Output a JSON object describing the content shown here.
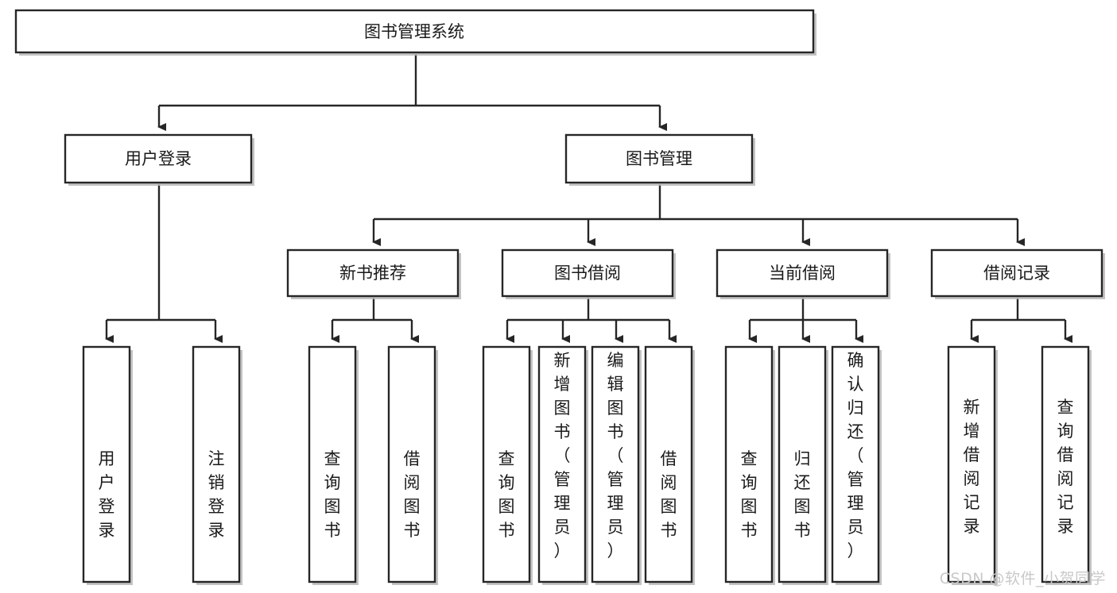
{
  "diagram": {
    "title": "图书管理系统",
    "type": "tree",
    "root": {
      "id": "root",
      "label": "图书管理系统",
      "orientation": "horizontal"
    },
    "level2": [
      {
        "id": "user-login",
        "label": "用户登录",
        "orientation": "horizontal"
      },
      {
        "id": "book-management",
        "label": "图书管理",
        "orientation": "horizontal"
      }
    ],
    "level3": [
      {
        "id": "new-book-recommend",
        "label": "新书推荐",
        "orientation": "horizontal",
        "parent": "book-management"
      },
      {
        "id": "book-borrow",
        "label": "图书借阅",
        "orientation": "horizontal",
        "parent": "book-management"
      },
      {
        "id": "current-borrow",
        "label": "当前借阅",
        "orientation": "horizontal",
        "parent": "book-management"
      },
      {
        "id": "borrow-record",
        "label": "借阅记录",
        "orientation": "horizontal",
        "parent": "book-management"
      }
    ],
    "leaves": [
      {
        "id": "leaf-user-login",
        "label": "用户登录",
        "parent": "user-login",
        "orientation": "vertical"
      },
      {
        "id": "leaf-user-logout",
        "label": "注销登录",
        "parent": "user-login",
        "orientation": "vertical"
      },
      {
        "id": "leaf-query-book-1",
        "label": "查询图书",
        "parent": "new-book-recommend",
        "orientation": "vertical"
      },
      {
        "id": "leaf-borrow-book-1",
        "label": "借阅图书",
        "parent": "new-book-recommend",
        "orientation": "vertical"
      },
      {
        "id": "leaf-query-book-2",
        "label": "查询图书",
        "parent": "book-borrow",
        "orientation": "vertical"
      },
      {
        "id": "leaf-add-book",
        "label": "新增图书（管理员）",
        "parent": "book-borrow",
        "orientation": "vertical"
      },
      {
        "id": "leaf-edit-book",
        "label": "编辑图书（管理员）",
        "parent": "book-borrow",
        "orientation": "vertical"
      },
      {
        "id": "leaf-borrow-book-2",
        "label": "借阅图书",
        "parent": "book-borrow",
        "orientation": "vertical"
      },
      {
        "id": "leaf-query-book-3",
        "label": "查询图书",
        "parent": "current-borrow",
        "orientation": "vertical"
      },
      {
        "id": "leaf-return-book",
        "label": "归还图书",
        "parent": "current-borrow",
        "orientation": "vertical"
      },
      {
        "id": "leaf-confirm-return",
        "label": "确认归还（管理员）",
        "parent": "current-borrow",
        "orientation": "vertical"
      },
      {
        "id": "leaf-add-record",
        "label": "新增借阅记录",
        "parent": "borrow-record",
        "orientation": "vertical"
      },
      {
        "id": "leaf-query-record",
        "label": "查询借阅记录",
        "parent": "borrow-record",
        "orientation": "vertical"
      }
    ],
    "colors": {
      "box_fill": "#ffffff",
      "box_stroke": "#262626",
      "text": "#1a1a1a",
      "background": "#ffffff",
      "watermark": "#c9c9c9"
    }
  },
  "watermark": {
    "text": "CSDN @软件_小贺同学"
  }
}
